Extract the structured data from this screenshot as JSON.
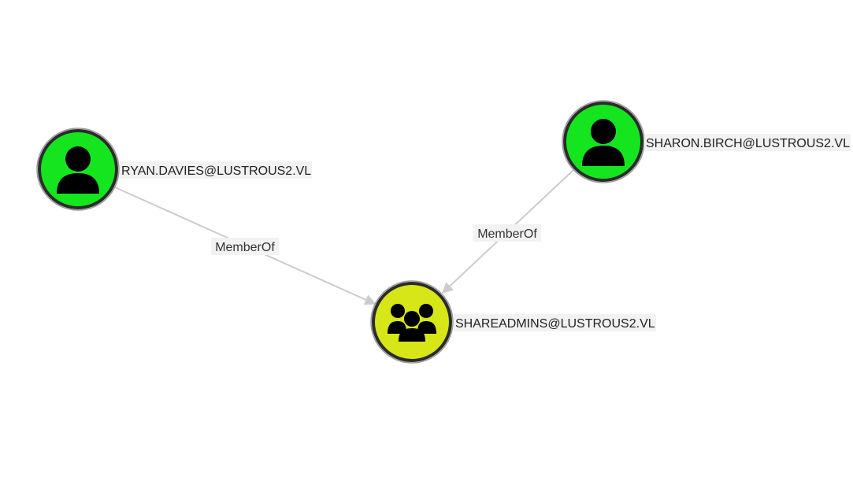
{
  "graph": {
    "nodes": [
      {
        "id": "ryan",
        "label": "RYAN.DAVIES@LUSTROUS2.VL",
        "kind": "user",
        "icon": "user-icon",
        "color": "#14e51e"
      },
      {
        "id": "sharon",
        "label": "SHARON.BIRCH@LUSTROUS2.VL",
        "kind": "user",
        "icon": "user-icon",
        "color": "#14e51e"
      },
      {
        "id": "shareadmins",
        "label": "SHAREADMINS@LUSTROUS2.VL",
        "kind": "group",
        "icon": "group-icon",
        "color": "#d7e616"
      }
    ],
    "edges": [
      {
        "from": "ryan",
        "to": "shareadmins",
        "label": "MemberOf"
      },
      {
        "from": "sharon",
        "to": "shareadmins",
        "label": "MemberOf"
      }
    ]
  },
  "colors": {
    "edge": "#cccccc",
    "node_border": "#2b2b2b",
    "label_background": "#f2f2f2"
  }
}
